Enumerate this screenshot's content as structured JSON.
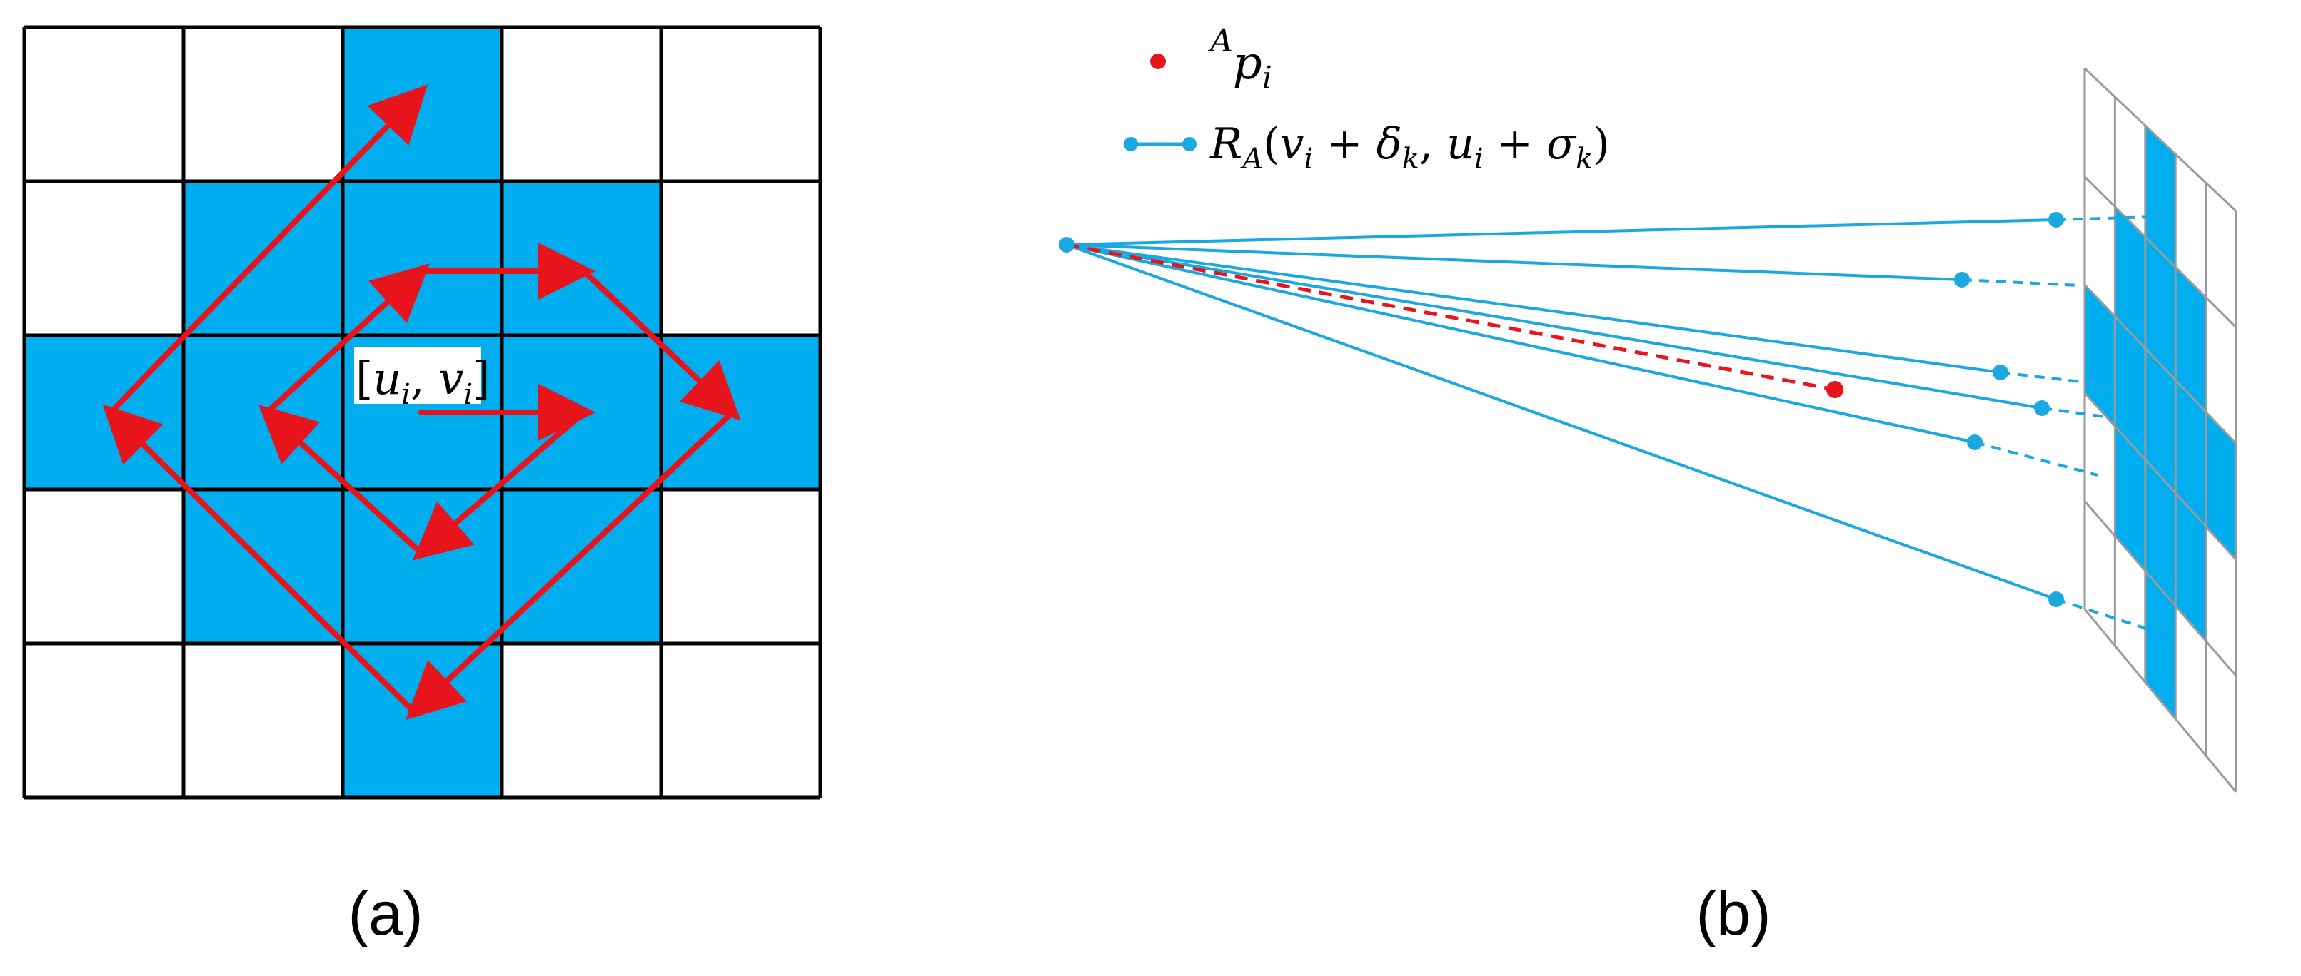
{
  "panel_a": {
    "caption": "(a)",
    "center_label": "[u_i, v_i]",
    "grid": {
      "rows": 5,
      "cols": 5
    },
    "filled_cells": [
      [
        0,
        2
      ],
      [
        1,
        1
      ],
      [
        1,
        2
      ],
      [
        1,
        3
      ],
      [
        2,
        0
      ],
      [
        2,
        1
      ],
      [
        2,
        2
      ],
      [
        2,
        3
      ],
      [
        2,
        4
      ],
      [
        3,
        1
      ],
      [
        3,
        2
      ],
      [
        3,
        3
      ],
      [
        4,
        2
      ]
    ],
    "colors": {
      "fill": "#00AEEF",
      "arrow": "#E8141C",
      "grid_line": "#000000"
    }
  },
  "panel_b": {
    "caption": "(b)",
    "legend": {
      "point_label_sup": "A",
      "point_label_base": "p",
      "point_label_sub": "i",
      "ray_label": "R_A(v_i + δ_k, u_i + σ_k)"
    },
    "colors": {
      "ray": "#1BA8E0",
      "point": "#E8141C",
      "fill": "#00AEEF",
      "grid_line": "#9a9a9a"
    }
  }
}
